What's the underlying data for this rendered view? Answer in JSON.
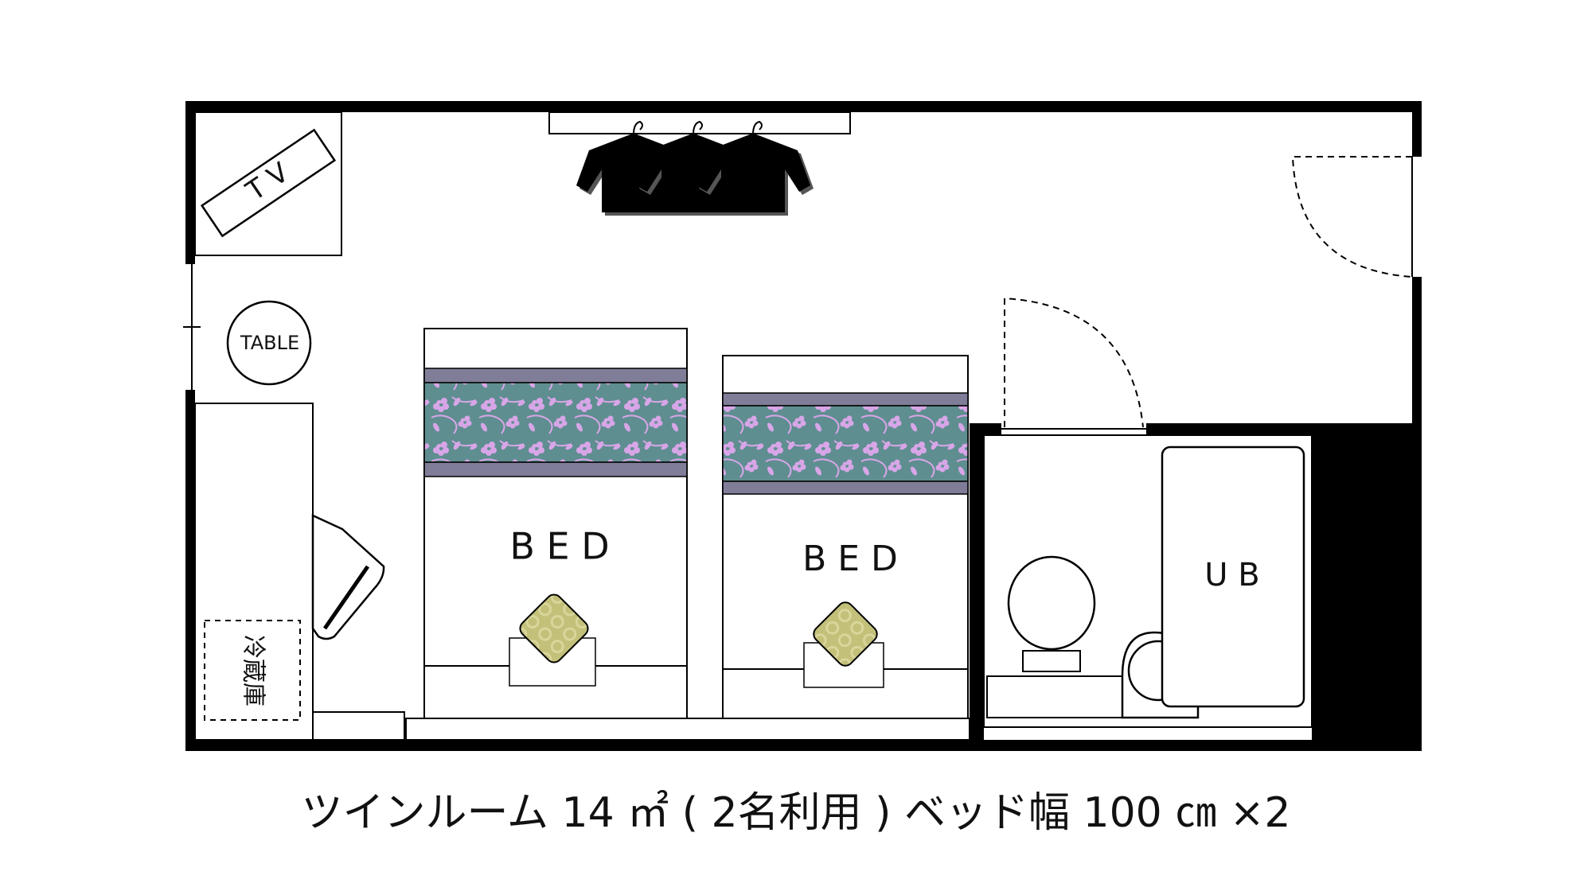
{
  "labels": {
    "tv": "T V",
    "table": "TABLE",
    "bed1": "B E D",
    "bed2": "B E D",
    "unit_bath": "U B",
    "fridge": "冷蔵庫"
  },
  "caption": "ツインルーム 14 ㎡ ( 2名利用 ) ベッド幅 100 ㎝ ×2",
  "colors": {
    "wall": "#000000",
    "bedding_band": "#5f8e90",
    "bedding_edge": "#7f7d98",
    "flower": "#d8a6e8",
    "pillow": "#c3c07a"
  },
  "icons": [
    "tv-icon",
    "clothes-hanger-icon",
    "door-icon",
    "toilet-icon",
    "sink-icon",
    "pillow-icon"
  ]
}
